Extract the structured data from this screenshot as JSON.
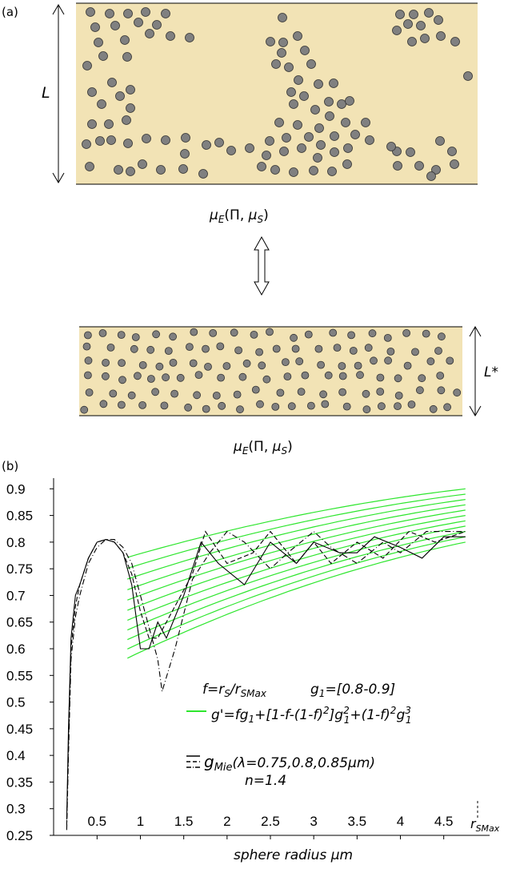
{
  "panel_a": {
    "label": "(a)",
    "length_top": "L",
    "length_bottom": "L*",
    "mu_top": "μE(Π, μS)",
    "mu_bottom": "μE(Π, μS)",
    "slab_color": "#f2e3b5",
    "particle_color": "#808080"
  },
  "panel_b": {
    "label": "(b)"
  },
  "chart_data": {
    "type": "line",
    "xlabel": "sphere radius   μm",
    "x_tick_labels": [
      "0.5",
      "1",
      "1.5",
      "2",
      "2.5",
      "3",
      "3.5",
      "4",
      "4.5"
    ],
    "x_extra_label": "rSMax",
    "xlim": [
      0.1,
      4.9
    ],
    "ylim": [
      0.25,
      0.92
    ],
    "y_tick_labels": [
      "0.9",
      "0.85",
      "0.8",
      "0.75",
      "0.7",
      "0.65",
      "0.6",
      "0.55",
      "0.5",
      "0.45",
      "0.4",
      "0.35",
      "0.3",
      "0.25"
    ],
    "annotations": {
      "line1": "f=rS/rSMax          g1=[0.8-0.9]",
      "line2": "g'=fg1+[1-f-(1-f)2]g12+(1-f)2g13",
      "line3": "gMie(λ=0.75,0.8,0.85μm)",
      "line4": "n=1.4"
    },
    "green_family": {
      "color": "#2ee62e",
      "g1_values": [
        0.8,
        0.81,
        0.82,
        0.83,
        0.84,
        0.85,
        0.86,
        0.87,
        0.88,
        0.89,
        0.9
      ],
      "x_start": 0.85,
      "x_end": 4.75
    },
    "mie_series": [
      {
        "dash": "solid",
        "x": [
          0.15,
          0.17,
          0.2,
          0.25,
          0.3,
          0.4,
          0.5,
          0.6,
          0.7,
          0.8,
          0.9,
          1.0,
          1.1,
          1.2,
          1.3,
          1.5,
          1.7,
          1.9,
          2.2,
          2.5,
          2.8,
          3.0,
          3.3,
          3.5,
          3.7,
          4.0,
          4.25,
          4.5,
          4.75
        ],
        "y": [
          0.28,
          0.45,
          0.62,
          0.7,
          0.72,
          0.77,
          0.8,
          0.805,
          0.8,
          0.78,
          0.72,
          0.6,
          0.6,
          0.65,
          0.62,
          0.7,
          0.8,
          0.76,
          0.72,
          0.8,
          0.76,
          0.8,
          0.78,
          0.78,
          0.81,
          0.79,
          0.77,
          0.81,
          0.81
        ]
      },
      {
        "dash": "dashed",
        "x": [
          0.15,
          0.17,
          0.2,
          0.25,
          0.3,
          0.4,
          0.5,
          0.6,
          0.7,
          0.8,
          0.9,
          1.0,
          1.1,
          1.2,
          1.4,
          1.6,
          1.75,
          2.0,
          2.3,
          2.5,
          2.8,
          3.0,
          3.2,
          3.5,
          3.8,
          4.1,
          4.4,
          4.75
        ],
        "y": [
          0.27,
          0.42,
          0.6,
          0.68,
          0.72,
          0.77,
          0.8,
          0.805,
          0.8,
          0.78,
          0.74,
          0.67,
          0.62,
          0.62,
          0.68,
          0.74,
          0.82,
          0.76,
          0.78,
          0.82,
          0.76,
          0.8,
          0.76,
          0.8,
          0.77,
          0.82,
          0.8,
          0.82
        ]
      },
      {
        "dash": "dashdot",
        "x": [
          0.15,
          0.17,
          0.2,
          0.25,
          0.3,
          0.4,
          0.5,
          0.6,
          0.7,
          0.8,
          0.9,
          1.0,
          1.1,
          1.2,
          1.25,
          1.4,
          1.6,
          1.8,
          2.0,
          2.2,
          2.5,
          2.7,
          3.0,
          3.2,
          3.5,
          3.8,
          4.0,
          4.3,
          4.75
        ],
        "y": [
          0.26,
          0.4,
          0.58,
          0.66,
          0.7,
          0.76,
          0.79,
          0.805,
          0.805,
          0.79,
          0.76,
          0.7,
          0.64,
          0.58,
          0.52,
          0.6,
          0.73,
          0.78,
          0.82,
          0.8,
          0.75,
          0.78,
          0.82,
          0.79,
          0.76,
          0.8,
          0.78,
          0.82,
          0.82
        ]
      }
    ]
  }
}
